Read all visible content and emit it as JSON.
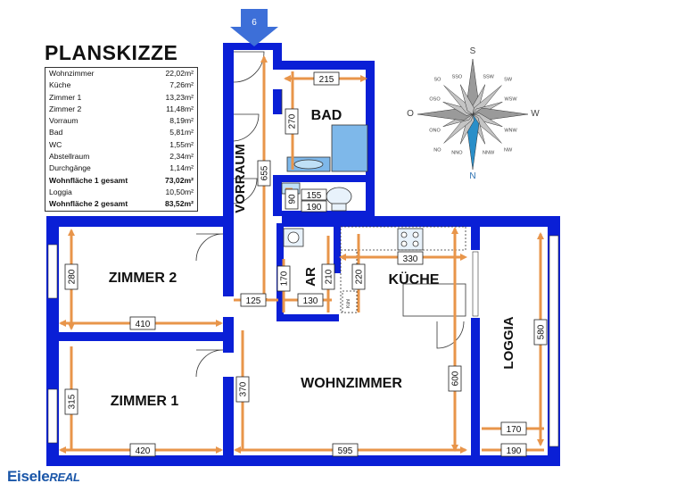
{
  "title": "PLANSKIZZE",
  "areas": [
    {
      "label": "Wohnzimmer",
      "value": "22,02m²",
      "bold": false
    },
    {
      "label": "Küche",
      "value": "7,26m²",
      "bold": false
    },
    {
      "label": "Zimmer 1",
      "value": "13,23m²",
      "bold": false
    },
    {
      "label": "Zimmer 2",
      "value": "11,48m²",
      "bold": false
    },
    {
      "label": "Vorraum",
      "value": "8,19m²",
      "bold": false
    },
    {
      "label": "Bad",
      "value": "5,81m²",
      "bold": false
    },
    {
      "label": "WC",
      "value": "1,55m²",
      "bold": false
    },
    {
      "label": "Abstellraum",
      "value": "2,34m²",
      "bold": false
    },
    {
      "label": "Durchgänge",
      "value": "1,14m²",
      "bold": false
    },
    {
      "label": "Wohnfläche 1 gesamt",
      "value": "73,02m²",
      "bold": true
    },
    {
      "label": "Loggia",
      "value": "10,50m²",
      "bold": false
    },
    {
      "label": "Wohnfläche 2 gesamt",
      "value": "83,52m²",
      "bold": true
    }
  ],
  "entrance_number": "6",
  "rooms": {
    "bad": "BAD",
    "vorraum": "VORRAUM",
    "zimmer2": "ZIMMER 2",
    "zimmer1": "ZIMMER 1",
    "ar": "AR",
    "kueche": "KÜCHE",
    "wohnzimmer": "WOHNZIMMER",
    "loggia": "LOGGIA"
  },
  "dimensions": {
    "bad_w": "215",
    "bad_h": "270",
    "vorraum_h": "655",
    "wc_w": "155",
    "wc_l": "190",
    "wc_h": "90",
    "z2_h": "280",
    "z2_w": "410",
    "durchgang_w": "125",
    "ar_h": "170",
    "ar_w": "130",
    "ar_k": "210",
    "kueche_w": "330",
    "kueche_h": "220",
    "z1_h": "315",
    "z1_w": "420",
    "wz_h": "370",
    "wz_w": "595",
    "wz_d": "600",
    "loggia_h": "580",
    "loggia_w1": "170",
    "loggia_w2": "190"
  },
  "fixture_labels": {
    "kuehlschrank": "Kühl"
  },
  "compass": [
    "S",
    "SSW",
    "SW",
    "WSW",
    "W",
    "WNW",
    "NW",
    "NNW",
    "N",
    "NNO",
    "NO",
    "ONO",
    "O",
    "OSO",
    "SO",
    "SSO"
  ],
  "compass_highlight": "N",
  "logo": {
    "part1": "Eisele",
    "part2": "REAL"
  },
  "colors": {
    "wall": "#0a1fd6",
    "dimension": "#e8954a",
    "fixture": "#5aa6e0"
  }
}
